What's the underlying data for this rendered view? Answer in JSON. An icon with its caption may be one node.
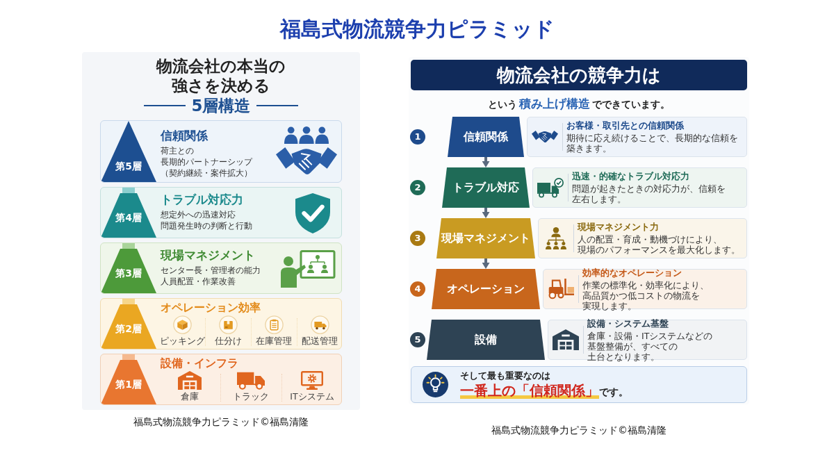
{
  "diagram": {
    "title": "福島式物流競争力ピラミッド",
    "nodes": [
      {
        "text": [
          "物流会社の本当の強さを決める",
          "5層構造"
        ],
        "beside": [
          "福島式物流競争力ピラミッド©福島清隆"
        ]
      },
      {
        "text": [
          "信頼関係",
          "荷主との長期的パートナーシップ",
          "（契約継続・案件拡大）"
        ],
        "in": 0
      },
      {
        "text": [
          "第5層"
        ],
        "in": 1
      },
      {
        "text": [
          "トラブル対応力",
          "想定外への迅速対応",
          "問題発生時の判断と行動"
        ],
        "in": 0
      },
      {
        "text": [
          "第4層"
        ],
        "in": 3
      },
      {
        "text": [
          "現場マネジメント",
          "センター長・管理者の能力",
          "人員配置・作業改善"
        ],
        "in": 0
      },
      {
        "text": [
          "第3層"
        ],
        "in": 5
      },
      {
        "text": [
          "オペレーション効率",
          "ピッキング",
          "仕分け",
          "在庫管理",
          "配送管理"
        ],
        "in": 0
      },
      {
        "text": [
          "第2層"
        ],
        "in": 7
      },
      {
        "text": [
          "設備・インフラ",
          "倉庫",
          "トラック",
          "ITシステム"
        ],
        "in": 0
      },
      {
        "text": [
          "第1層"
        ],
        "in": 9
      },
      {
        "text": [
          "物流会社の競争力は",
          "という**積み上げ構造**でできています。"
        ],
        "beside": [
          "福島式物流競争力ピラミッド©福島清隆"
        ]
      },
      {
        "text": [
          "信頼関係"
        ],
        "in": 11,
        "beside": [
          "1"
        ]
      },
      {
        "text": [
          "お客様・取引先との信頼関係",
          "期待に応え続けることで、長期的な信頼を築きます。"
        ],
        "in": 11
      },
      {
        "text": [
          "トラブル対応"
        ],
        "in": 11,
        "beside": [
          "2"
        ]
      },
      {
        "text": [
          "迅速・的確なトラブル対応力",
          "問題が起きたときの対応力が、信頼を左右します。"
        ],
        "in": 11
      },
      {
        "text": [
          "現場マネジメント"
        ],
        "in": 11,
        "beside": [
          "3"
        ]
      },
      {
        "text": [
          "現場マネジメント力",
          "人の配置・育成・動機づけにより、現場のパフォーマンスを最大化します。"
        ],
        "in": 11
      },
      {
        "text": [
          "オペレーション"
        ],
        "in": 11,
        "beside": [
          "4"
        ]
      },
      {
        "text": [
          "効率的なオペレーション",
          "作業の標準化・効率化により、高品質かつ低コストの物流を実現します。"
        ],
        "in": 11
      },
      {
        "text": [
          "設備"
        ],
        "in": 11,
        "beside": [
          "5"
        ]
      },
      {
        "text": [
          "設備・システム基盤",
          "倉庫・設備・ITシステムなどの基盤整備が、すべての土台となります。"
        ],
        "in": 11
      },
      {
        "text": [
          "そして最も重要なのは",
          "**一番上の「信頼関係」**です。"
        ],
        "in": 11
      }
    ],
    "edges": [
      {
        "from": 12,
        "to": 14,
        "arrow": "to"
      },
      {
        "from": 14,
        "to": 16,
        "arrow": "to"
      },
      {
        "from": 16,
        "to": 18,
        "arrow": "to"
      }
    ]
  }
}
